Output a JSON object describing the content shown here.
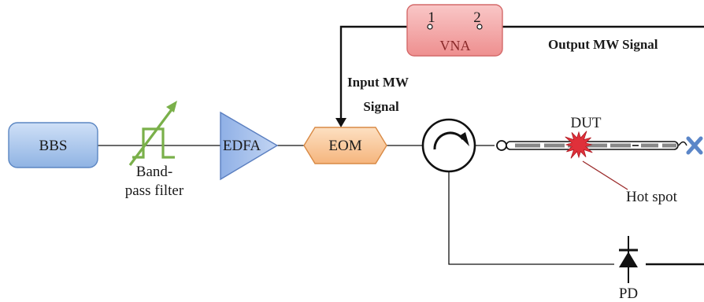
{
  "components": {
    "source": "BBS",
    "filter_line1": "Band-",
    "filter_line2": "pass filter",
    "amplifier": "EDFA",
    "modulator": "EOM",
    "analyzer": "VNA",
    "port1": "1",
    "port2": "2",
    "device": "DUT",
    "hot_spot": "Hot spot",
    "detector": "PD"
  },
  "signals": {
    "input_line1": "Input MW",
    "input_line2": "Signal",
    "output": "Output MW Signal"
  },
  "colors": {
    "bbs_fill": "#a9c8ef",
    "bbs_stroke": "#5b86c2",
    "filter": "#7ab04a",
    "edfa_fill": "#a9c3ee",
    "edfa_stroke": "#5b7fc0",
    "eom_fill": "#f8c79a",
    "eom_stroke": "#d98a45",
    "vna_fill": "#f4a7a7",
    "vna_stroke": "#d46a6a",
    "hotspot": "#e0303a",
    "end_cross": "#5b86c8"
  }
}
